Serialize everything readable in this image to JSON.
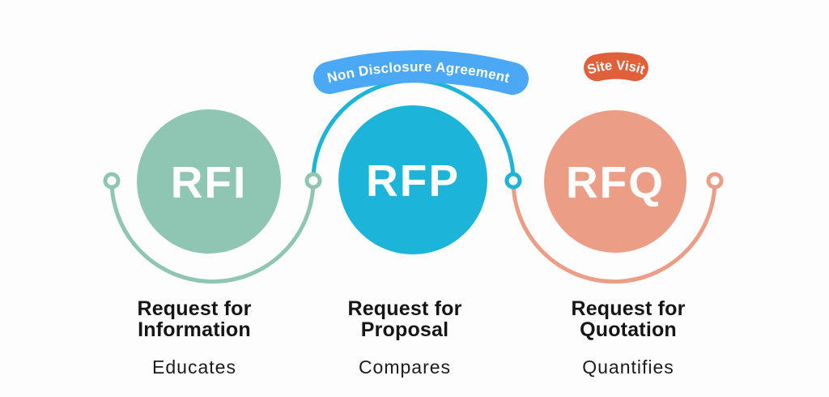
{
  "background": "#fdfdfd",
  "badges": {
    "nda": {
      "label": "Non Disclosure Agreement",
      "color": "#4ba8f5"
    },
    "site_visit": {
      "label": "Site Visit",
      "color": "#e0603a"
    }
  },
  "stages": [
    {
      "abbr": "RFI",
      "title": [
        "Request for",
        "Information"
      ],
      "subtitle": "Educates",
      "color": "#8fc6b3"
    },
    {
      "abbr": "RFP",
      "title": [
        "Request for",
        "Proposal"
      ],
      "subtitle": "Compares",
      "color": "#1cb4d8"
    },
    {
      "abbr": "RFQ",
      "title": [
        "Request for",
        "Quotation"
      ],
      "subtitle": "Quantifies",
      "color": "#eb9e85"
    }
  ]
}
